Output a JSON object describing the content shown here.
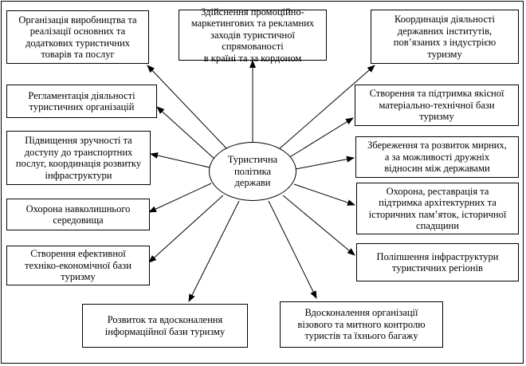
{
  "center": "Туристична\nполітика\nдержави",
  "boxes": [
    {
      "id": "b1",
      "text": "Організація виробництва та\nреалізації основних та\nдодаткових туристичних\nтоварів та послуг"
    },
    {
      "id": "b2",
      "text": "Здійснення промоційно-\nмаркетингових та рекламних\nзаходів туристичної спрямованості\nв країні та за кордоном"
    },
    {
      "id": "b3",
      "text": "Координація діяльності\nдержавних інститутів,\nпов’язаних з індустрією\nтуризму"
    },
    {
      "id": "b4",
      "text": "Регламентація діяльності\nтуристичних організацій"
    },
    {
      "id": "b5",
      "text": "Створення та підтримка якісної\nматеріально-технічної бази\nтуризму"
    },
    {
      "id": "b6",
      "text": "Підвищення зручності та\nдоступу до транспортних\nпослуг, координація розвитку\nінфраструктури"
    },
    {
      "id": "b7",
      "text": "Збереження та розвиток мирних,\nа за можливості дружніх\nвідносин між державами"
    },
    {
      "id": "b8",
      "text": "Охорона навколишнього\nсередовища"
    },
    {
      "id": "b9",
      "text": "Охорона, реставрація та\nпідтримка архітектурних та\nісторичних пам’яток, історичної\nспадщини"
    },
    {
      "id": "b10",
      "text": "Створення ефективної\nтехніко-економічної бази\nтуризму"
    },
    {
      "id": "b11",
      "text": "Поліпшення інфраструктури\nтуристичних регіонів"
    },
    {
      "id": "b12",
      "text": "Розвиток та вдосконалення\nінформаційної бази туризму"
    },
    {
      "id": "b13",
      "text": "Вдосконалення організації\nвізового та митного контролю\nтуристів та їхнього багажу"
    }
  ]
}
